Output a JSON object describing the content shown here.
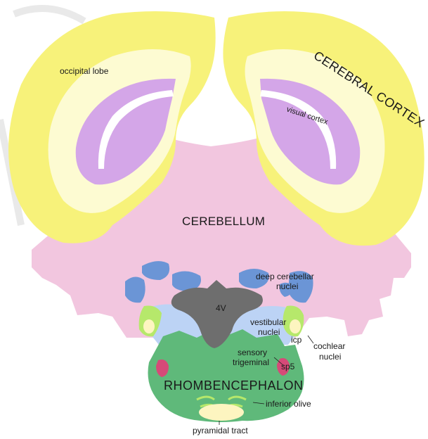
{
  "regions": {
    "cerebral_cortex": "CEREBRAL CORTEX",
    "occipital_lobe": "occipital lobe",
    "visual_cortex": "visual cortex",
    "cerebellum": "CEREBELLUM",
    "deep_cerebellar_nuclei_1": "deep cerebellar",
    "deep_cerebellar_nuclei_2": "nuclei",
    "fourth_ventricle": "4V",
    "vestibular_nuclei_1": "vestibular",
    "vestibular_nuclei_2": "nuclei",
    "icp": "icp",
    "cochlear_nuclei_1": "cochlear",
    "cochlear_nuclei_2": "nuclei",
    "sensory_trigeminal_1": "sensory",
    "sensory_trigeminal_2": "trigeminal",
    "sp5": "sp5",
    "rhombencephalon": "RHOMBENCEPHALON",
    "inferior_olive": "inferior olive",
    "pyramidal_tract": "pyramidal tract"
  },
  "colors": {
    "cortex_outer": "#f7f27a",
    "cortex_inner": "#fdfbd2",
    "visual_cortex": "#d4a6e8",
    "cerebellum": "#f2c6df",
    "deep_nuclei": "#6b95d6",
    "ventricle": "#6e6e6e",
    "vestibular": "#bcd3f5",
    "brainstem": "#5fb97a",
    "icp": "#b6e86b",
    "sp5": "#d64a78",
    "olive": "#fdf5c0"
  }
}
